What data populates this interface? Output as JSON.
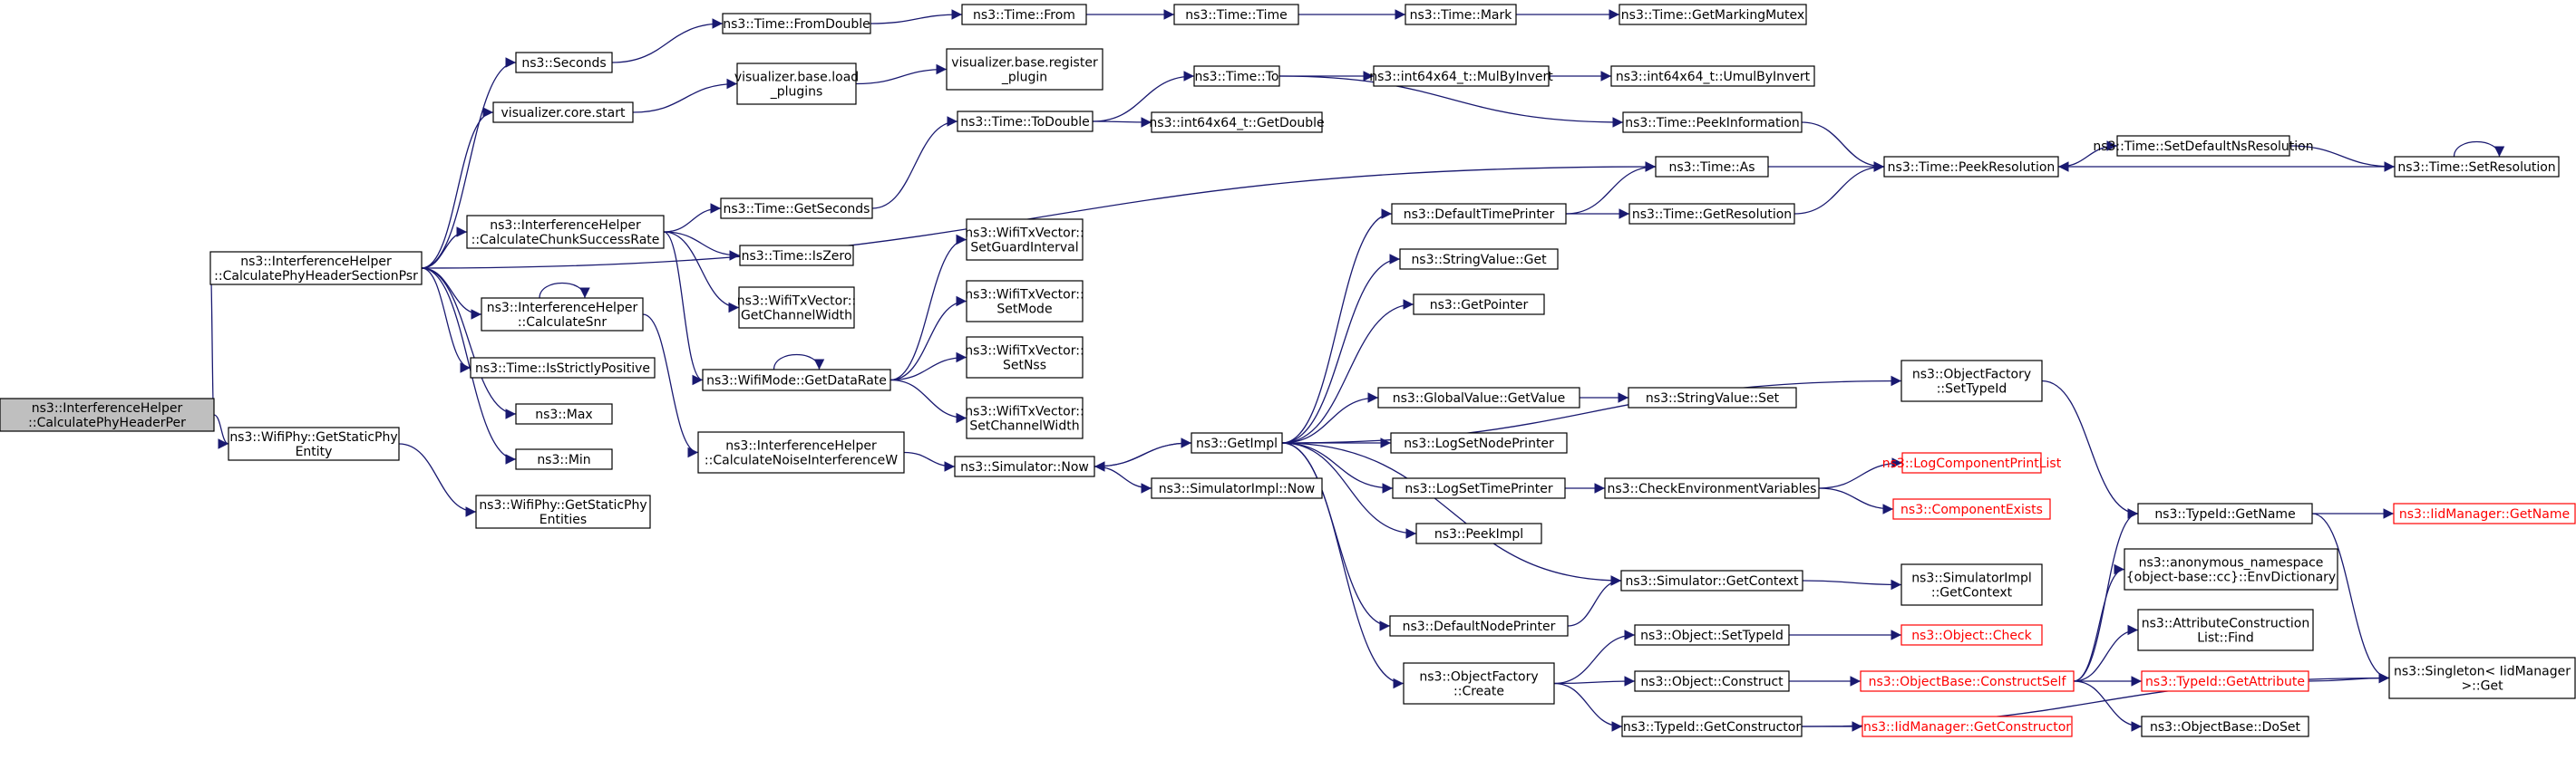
{
  "graph": {
    "title": "",
    "colors": {
      "edge": "#191970",
      "node_border": "#000000",
      "root_fill": "#bfbfbf",
      "truncated": "#ff0000"
    },
    "nodes": [
      {
        "id": "root",
        "lines": [
          "ns3::InterferenceHelper",
          "::CalculatePhyHeaderPer"
        ],
        "style": "root"
      },
      {
        "id": "cphsp",
        "lines": [
          "ns3::InterferenceHelper",
          "::CalculatePhyHeaderSectionPsr"
        ]
      },
      {
        "id": "gspe",
        "lines": [
          "ns3::WifiPhy::GetStaticPhy",
          "Entity"
        ]
      },
      {
        "id": "gspes",
        "lines": [
          "ns3::WifiPhy::GetStaticPhy",
          "Entities"
        ]
      },
      {
        "id": "seconds",
        "lines": [
          "ns3::Seconds"
        ]
      },
      {
        "id": "vcstart",
        "lines": [
          "visualizer.core.start"
        ]
      },
      {
        "id": "ccsr",
        "lines": [
          "ns3::InterferenceHelper",
          "::CalculateChunkSuccessRate"
        ]
      },
      {
        "id": "csnr",
        "lines": [
          "ns3::InterferenceHelper",
          "::CalculateSnr"
        ]
      },
      {
        "id": "isp",
        "lines": [
          "ns3::Time::IsStrictlyPositive"
        ]
      },
      {
        "id": "max",
        "lines": [
          "ns3::Max"
        ]
      },
      {
        "id": "min",
        "lines": [
          "ns3::Min"
        ]
      },
      {
        "id": "fromdouble",
        "lines": [
          "ns3::Time::FromDouble"
        ]
      },
      {
        "id": "vbload",
        "lines": [
          "visualizer.base.load",
          "_plugins"
        ]
      },
      {
        "id": "getseconds",
        "lines": [
          "ns3::Time::GetSeconds"
        ]
      },
      {
        "id": "iszero",
        "lines": [
          "ns3::Time::IsZero"
        ]
      },
      {
        "id": "wtvgcw",
        "lines": [
          "ns3::WifiTxVector::",
          "GetChannelWidth"
        ]
      },
      {
        "id": "gdr",
        "lines": [
          "ns3::WifiMode::GetDataRate"
        ]
      },
      {
        "id": "cniw",
        "lines": [
          "ns3::InterferenceHelper",
          "::CalculateNoiseInterferenceW"
        ]
      },
      {
        "id": "from",
        "lines": [
          "ns3::Time::From"
        ]
      },
      {
        "id": "vbreg",
        "lines": [
          "visualizer.base.register",
          "_plugin"
        ]
      },
      {
        "id": "todouble",
        "lines": [
          "ns3::Time::ToDouble"
        ]
      },
      {
        "id": "setgi",
        "lines": [
          "ns3::WifiTxVector::",
          "SetGuardInterval"
        ]
      },
      {
        "id": "setmode",
        "lines": [
          "ns3::WifiTxVector::",
          "SetMode"
        ]
      },
      {
        "id": "setnss",
        "lines": [
          "ns3::WifiTxVector::",
          "SetNss"
        ]
      },
      {
        "id": "setcw",
        "lines": [
          "ns3::WifiTxVector::",
          "SetChannelWidth"
        ]
      },
      {
        "id": "simnow",
        "lines": [
          "ns3::Simulator::Now"
        ]
      },
      {
        "id": "time",
        "lines": [
          "ns3::Time::Time"
        ]
      },
      {
        "id": "to",
        "lines": [
          "ns3::Time::To"
        ]
      },
      {
        "id": "getdouble",
        "lines": [
          "ns3::int64x64_t::GetDouble"
        ]
      },
      {
        "id": "getimpl",
        "lines": [
          "ns3::GetImpl"
        ]
      },
      {
        "id": "simimplnow",
        "lines": [
          "ns3::SimulatorImpl::Now"
        ]
      },
      {
        "id": "mark",
        "lines": [
          "ns3::Time::Mark"
        ]
      },
      {
        "id": "mulbyinvert",
        "lines": [
          "ns3::int64x64_t::MulByInvert"
        ]
      },
      {
        "id": "dtp",
        "lines": [
          "ns3::DefaultTimePrinter"
        ]
      },
      {
        "id": "svget",
        "lines": [
          "ns3::StringValue::Get"
        ]
      },
      {
        "id": "getpointer",
        "lines": [
          "ns3::GetPointer"
        ]
      },
      {
        "id": "gvgetvalue",
        "lines": [
          "ns3::GlobalValue::GetValue"
        ]
      },
      {
        "id": "lsnp",
        "lines": [
          "ns3::LogSetNodePrinter"
        ]
      },
      {
        "id": "lstp",
        "lines": [
          "ns3::LogSetTimePrinter"
        ]
      },
      {
        "id": "peekimpl",
        "lines": [
          "ns3::PeekImpl"
        ]
      },
      {
        "id": "dnp",
        "lines": [
          "ns3::DefaultNodePrinter"
        ]
      },
      {
        "id": "ofcreate",
        "lines": [
          "ns3::ObjectFactory",
          "::Create"
        ]
      },
      {
        "id": "getmarkmutex",
        "lines": [
          "ns3::Time::GetMarkingMutex"
        ]
      },
      {
        "id": "umulbyinvert",
        "lines": [
          "ns3::int64x64_t::UmulByInvert"
        ]
      },
      {
        "id": "peekinfo",
        "lines": [
          "ns3::Time::PeekInformation"
        ]
      },
      {
        "id": "as",
        "lines": [
          "ns3::Time::As"
        ]
      },
      {
        "id": "getres",
        "lines": [
          "ns3::Time::GetResolution"
        ]
      },
      {
        "id": "svset",
        "lines": [
          "ns3::StringValue::Set"
        ]
      },
      {
        "id": "cev",
        "lines": [
          "ns3::CheckEnvironmentVariables"
        ]
      },
      {
        "id": "simgetctx",
        "lines": [
          "ns3::Simulator::GetContext"
        ]
      },
      {
        "id": "objsettypeid",
        "lines": [
          "ns3::Object::SetTypeId"
        ]
      },
      {
        "id": "objconstruct",
        "lines": [
          "ns3::Object::Construct"
        ]
      },
      {
        "id": "tidgetctor",
        "lines": [
          "ns3::TypeId::GetConstructor"
        ]
      },
      {
        "id": "ofsettypeid",
        "lines": [
          "ns3::ObjectFactory",
          "::SetTypeId"
        ]
      },
      {
        "id": "lcpl",
        "lines": [
          "ns3::LogComponentPrintList"
        ],
        "style": "trunc"
      },
      {
        "id": "compexists",
        "lines": [
          "ns3::ComponentExists"
        ],
        "style": "trunc"
      },
      {
        "id": "simimplctx",
        "lines": [
          "ns3::SimulatorImpl",
          "::GetContext"
        ]
      },
      {
        "id": "objcheck",
        "lines": [
          "ns3::Object::Check"
        ],
        "style": "trunc"
      },
      {
        "id": "obcs",
        "lines": [
          "ns3::ObjectBase::ConstructSelf"
        ],
        "style": "trunc"
      },
      {
        "id": "imgetctor",
        "lines": [
          "ns3::IidManager::GetConstructor"
        ],
        "style": "trunc"
      },
      {
        "id": "peekres",
        "lines": [
          "ns3::Time::PeekResolution"
        ]
      },
      {
        "id": "setdefres",
        "lines": [
          "ns3::Time::SetDefaultNsResolution"
        ]
      },
      {
        "id": "setres",
        "lines": [
          "ns3::Time::SetResolution"
        ]
      },
      {
        "id": "tidgetname",
        "lines": [
          "ns3::TypeId::GetName"
        ]
      },
      {
        "id": "anonenv",
        "lines": [
          "ns3::anonymous_namespace",
          "{object-base::cc}::EnvDictionary"
        ]
      },
      {
        "id": "aclfind",
        "lines": [
          "ns3::AttributeConstruction",
          "List::Find"
        ]
      },
      {
        "id": "tidgetattr",
        "lines": [
          "ns3::TypeId::GetAttribute"
        ],
        "style": "trunc"
      },
      {
        "id": "obdoset",
        "lines": [
          "ns3::ObjectBase::DoSet"
        ]
      },
      {
        "id": "imgetname",
        "lines": [
          "ns3::IidManager::GetName"
        ],
        "style": "trunc"
      },
      {
        "id": "singleton",
        "lines": [
          "ns3::Singleton< IidManager",
          ">::Get"
        ]
      }
    ],
    "edges": [
      [
        "root",
        "cphsp"
      ],
      [
        "root",
        "gspe"
      ],
      [
        "gspe",
        "gspes"
      ],
      [
        "cphsp",
        "seconds"
      ],
      [
        "cphsp",
        "vcstart"
      ],
      [
        "cphsp",
        "as"
      ],
      [
        "cphsp",
        "ccsr"
      ],
      [
        "cphsp",
        "csnr"
      ],
      [
        "cphsp",
        "isp"
      ],
      [
        "cphsp",
        "max"
      ],
      [
        "cphsp",
        "min"
      ],
      [
        "seconds",
        "fromdouble"
      ],
      [
        "fromdouble",
        "from"
      ],
      [
        "from",
        "time"
      ],
      [
        "time",
        "mark"
      ],
      [
        "mark",
        "getmarkmutex"
      ],
      [
        "vcstart",
        "vbload"
      ],
      [
        "vbload",
        "vbreg"
      ],
      [
        "ccsr",
        "getseconds"
      ],
      [
        "ccsr",
        "iszero"
      ],
      [
        "ccsr",
        "wtvgcw"
      ],
      [
        "ccsr",
        "gdr"
      ],
      [
        "getseconds",
        "todouble"
      ],
      [
        "todouble",
        "to"
      ],
      [
        "todouble",
        "getdouble"
      ],
      [
        "to",
        "mulbyinvert"
      ],
      [
        "mulbyinvert",
        "umulbyinvert"
      ],
      [
        "to",
        "peekinfo"
      ],
      [
        "peekinfo",
        "peekres"
      ],
      [
        "csnr",
        "csnr"
      ],
      [
        "csnr",
        "cniw"
      ],
      [
        "cniw",
        "simnow"
      ],
      [
        "gdr",
        "gdr"
      ],
      [
        "gdr",
        "setgi"
      ],
      [
        "gdr",
        "setmode"
      ],
      [
        "gdr",
        "setnss"
      ],
      [
        "gdr",
        "setcw"
      ],
      [
        "simnow",
        "getimpl"
      ],
      [
        "simnow",
        "simimplnow"
      ],
      [
        "getimpl",
        "simnow"
      ],
      [
        "getimpl",
        "dtp"
      ],
      [
        "getimpl",
        "svget"
      ],
      [
        "getimpl",
        "getpointer"
      ],
      [
        "getimpl",
        "ofsettypeid"
      ],
      [
        "getimpl",
        "gvgetvalue"
      ],
      [
        "getimpl",
        "lsnp"
      ],
      [
        "getimpl",
        "lstp"
      ],
      [
        "getimpl",
        "peekimpl"
      ],
      [
        "getimpl",
        "simgetctx"
      ],
      [
        "getimpl",
        "dnp"
      ],
      [
        "getimpl",
        "ofcreate"
      ],
      [
        "dtp",
        "as"
      ],
      [
        "dtp",
        "getres"
      ],
      [
        "getres",
        "peekres"
      ],
      [
        "as",
        "peekres"
      ],
      [
        "peekres",
        "setdefres"
      ],
      [
        "setdefres",
        "setres"
      ],
      [
        "setres",
        "peekres"
      ],
      [
        "setres",
        "setres"
      ],
      [
        "gvgetvalue",
        "svset"
      ],
      [
        "lstp",
        "cev"
      ],
      [
        "cev",
        "lcpl"
      ],
      [
        "cev",
        "compexists"
      ],
      [
        "simgetctx",
        "simimplctx"
      ],
      [
        "dnp",
        "simgetctx"
      ],
      [
        "ofcreate",
        "objsettypeid"
      ],
      [
        "ofcreate",
        "objconstruct"
      ],
      [
        "ofcreate",
        "tidgetctor"
      ],
      [
        "objsettypeid",
        "objcheck"
      ],
      [
        "objconstruct",
        "obcs"
      ],
      [
        "tidgetctor",
        "imgetctor"
      ],
      [
        "tidgetctor",
        "singleton"
      ],
      [
        "obcs",
        "tidgetname"
      ],
      [
        "obcs",
        "anonenv"
      ],
      [
        "obcs",
        "aclfind"
      ],
      [
        "obcs",
        "tidgetattr"
      ],
      [
        "obcs",
        "obdoset"
      ],
      [
        "ofsettypeid",
        "tidgetname"
      ],
      [
        "tidgetname",
        "imgetname"
      ],
      [
        "tidgetname",
        "singleton"
      ],
      [
        "tidgetattr",
        "singleton"
      ]
    ]
  }
}
